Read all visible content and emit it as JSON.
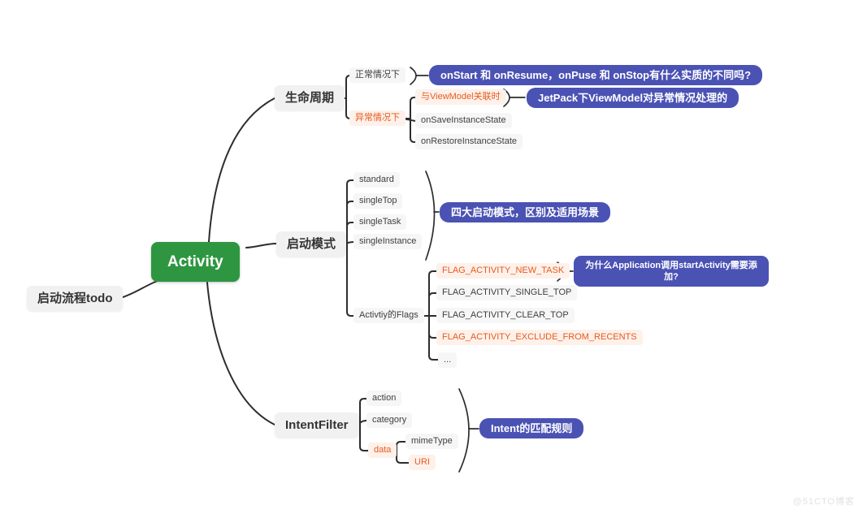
{
  "colors": {
    "accent_blue": "#4a52b4",
    "root_green": "#2e9640",
    "orange": "#e85a1f",
    "line": "#2d2d2d"
  },
  "watermark": "@51CTO博客",
  "mindmap": {
    "root": "Activity",
    "floating_topic": "启动流程todo",
    "lifecycle": {
      "label": "生命周期",
      "normal": "正常情况下",
      "abnormal": "异常情况下",
      "viewmodel": "与ViewModel关联时",
      "on_save": "onSaveInstanceState",
      "on_restore": "onRestoreInstanceState",
      "q_lifecycle": "onStart 和 onResume，onPuse 和 onStop有什么实质的不同吗?",
      "q_viewmodel": "JetPack下ViewModel对异常情况处理的"
    },
    "launch_mode": {
      "label": "启动模式",
      "standard": "standard",
      "single_top": "singleTop",
      "single_task": "singleTask",
      "single_instance": "singleInstance",
      "q_modes": "四大启动模式，区别及适用场景",
      "flags_label": "Activtiy的Flags",
      "flag_new_task": "FLAG_ACTIVITY_NEW_TASK",
      "flag_single_top": "FLAG_ACTIVITY_SINGLE_TOP",
      "flag_clear_top": "FLAG_ACTIVITY_CLEAR_TOP",
      "flag_exclude": "FLAG_ACTIVITY_EXCLUDE_FROM_RECENTS",
      "flag_more": "...",
      "q_flags": "为什么Application调用startActivity需要添加?"
    },
    "intent_filter": {
      "label": "IntentFilter",
      "action": "action",
      "category": "category",
      "data": "data",
      "mime_type": "mimeType",
      "uri": "URI",
      "q_intent": "Intent的匹配规则"
    }
  }
}
